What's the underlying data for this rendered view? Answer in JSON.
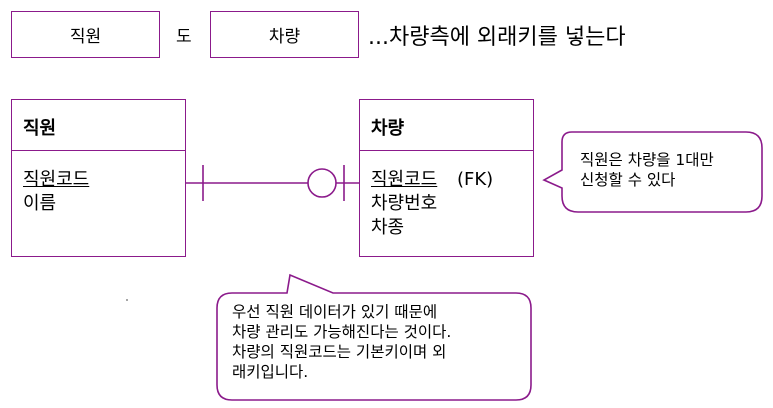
{
  "header": {
    "box1": "직원",
    "connector": "도",
    "box2": "차량",
    "note": "...차량측에 외래키를 넣는다"
  },
  "entities": {
    "employee": {
      "name": "직원",
      "pk": "직원코드",
      "attrs": [
        "이름"
      ]
    },
    "vehicle": {
      "name": "차량",
      "fk": "직원코드",
      "fk_tag": "(FK)",
      "attrs": [
        "차량번호",
        "차종"
      ]
    }
  },
  "callouts": {
    "right": [
      "직원은 차량을 1대만",
      "신청할 수 있다"
    ],
    "bottom": [
      "우선 직원 데이터가 있기 때문에",
      "차량 관리도 가능해진다는 것이다.",
      "차량의 직원코드는 기본키이며 외",
      "래키입니다."
    ]
  },
  "colors": {
    "border": "#8b1a8b"
  }
}
